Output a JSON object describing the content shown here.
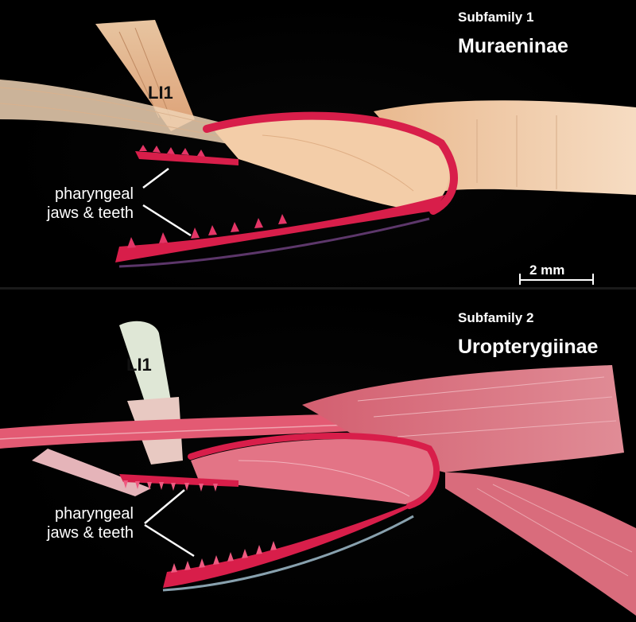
{
  "panels": [
    {
      "subfamily_label": "Subfamily 1",
      "taxon_name": "Muraeninae",
      "muscle_label": "LI1",
      "callout": [
        "pharyngeal",
        "jaws & teeth"
      ],
      "scale_bar": "2 mm"
    },
    {
      "subfamily_label": "Subfamily 2",
      "taxon_name": "Uropterygiinae",
      "muscle_label": "LI1",
      "callout": [
        "pharyngeal",
        "jaws & teeth"
      ]
    }
  ],
  "colors": {
    "background": "#000000",
    "bone_stain": "#d81e4a",
    "muscle_top": "#f2c9a6",
    "muscle_bottom": "#d9707c",
    "label_text": "#ffffff"
  }
}
